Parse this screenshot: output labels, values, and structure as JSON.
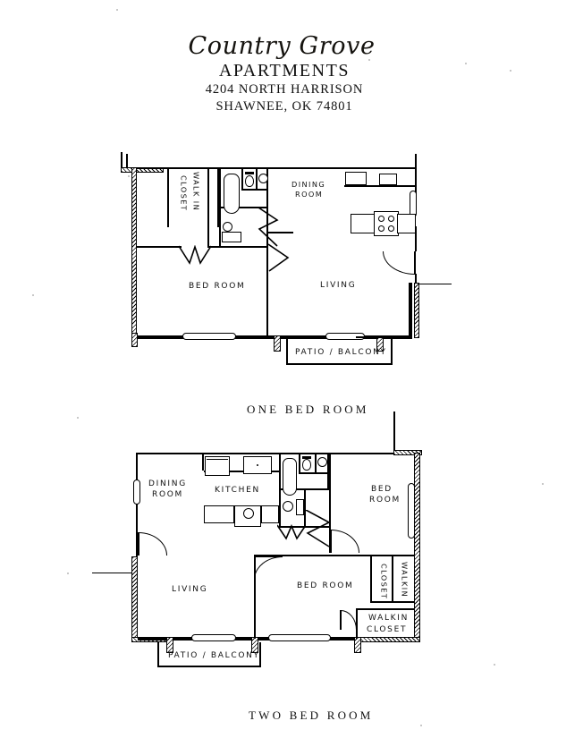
{
  "document": {
    "type": "apartment-floor-plan-sheet",
    "background_color": "#ffffff",
    "ink_color": "#111111"
  },
  "header": {
    "brand_script": "Country Grove",
    "brand_apartments": "APARTMENTS",
    "address_line1": "4204 NORTH HARRISON",
    "address_line2": "SHAWNEE, OK 74801"
  },
  "plans": [
    {
      "id": "one-bedroom",
      "caption": "ONE BED ROOM",
      "rooms": [
        {
          "key": "walk_in_closet",
          "label": "WALK IN\nCLOSET",
          "label_lines": [
            "WALK IN",
            "CLOSET"
          ],
          "orientation": "vertical"
        },
        {
          "key": "bed_room",
          "label": "BED ROOM",
          "orientation": "horizontal"
        },
        {
          "key": "dining_room",
          "label": "DINING\nROOM",
          "label_lines": [
            "DINING",
            "ROOM"
          ],
          "orientation": "horizontal"
        },
        {
          "key": "living",
          "label": "LIVING",
          "orientation": "horizontal"
        },
        {
          "key": "patio_balcony",
          "label": "PATIO / BALCONY",
          "orientation": "horizontal"
        }
      ],
      "fixtures": [
        "bathtub",
        "toilet",
        "sink",
        "vanity",
        "kitchen-counter",
        "range-cooktop",
        "upper-cabinet",
        "window",
        "entry-door"
      ]
    },
    {
      "id": "two-bedroom",
      "caption": "TWO BED ROOM",
      "rooms": [
        {
          "key": "dining_room",
          "label": "DINING\nROOM",
          "label_lines": [
            "DINING",
            "ROOM"
          ],
          "orientation": "horizontal"
        },
        {
          "key": "kitchen",
          "label": "KITCHEN",
          "orientation": "horizontal"
        },
        {
          "key": "bed_room_1",
          "label": "BED\nROOM",
          "label_lines": [
            "BED",
            "ROOM"
          ],
          "orientation": "horizontal"
        },
        {
          "key": "living",
          "label": "LIVING",
          "orientation": "horizontal"
        },
        {
          "key": "bed_room_2",
          "label": "BED ROOM",
          "orientation": "horizontal"
        },
        {
          "key": "walk_in_closet_1",
          "label": "CLOSET",
          "orientation": "vertical"
        },
        {
          "key": "walk_in_closet_1b",
          "label": "WALKIN",
          "orientation": "vertical"
        },
        {
          "key": "walk_in_closet_2",
          "label": "WALKIN\nCLOSET",
          "label_lines": [
            "WALKIN",
            "CLOSET"
          ],
          "orientation": "horizontal"
        },
        {
          "key": "patio_balcony",
          "label": "PATIO / BALCONY",
          "orientation": "horizontal"
        }
      ],
      "fixtures": [
        "bathtub",
        "toilet",
        "sink",
        "vanity",
        "kitchen-counter",
        "kitchen-sink",
        "range-cooktop",
        "refrigerator",
        "window",
        "entry-door"
      ]
    }
  ]
}
